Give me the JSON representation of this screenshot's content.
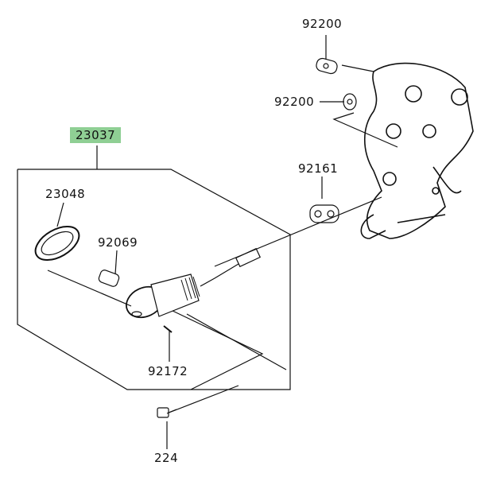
{
  "colors": {
    "highlight": "#8fcf94",
    "line": "#111111"
  },
  "parts": [
    {
      "id": "p1",
      "number": "92200"
    },
    {
      "id": "p2",
      "number": "92200"
    },
    {
      "id": "p3",
      "number": "23037",
      "highlighted": true
    },
    {
      "id": "p4",
      "number": "92161"
    },
    {
      "id": "p5",
      "number": "23048"
    },
    {
      "id": "p6",
      "number": "92069"
    },
    {
      "id": "p7",
      "number": "92172"
    },
    {
      "id": "p8",
      "number": "224"
    }
  ]
}
